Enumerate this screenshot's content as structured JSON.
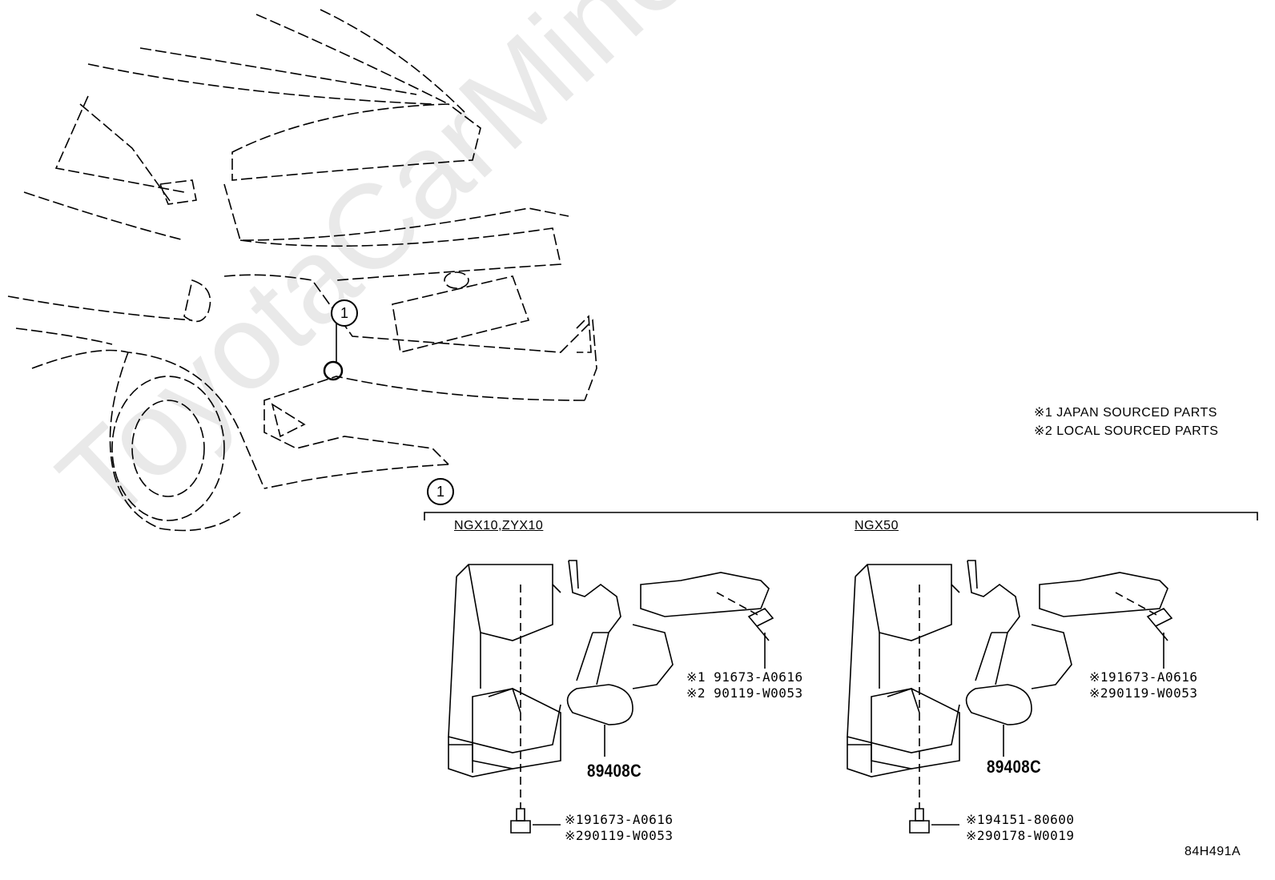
{
  "watermark": "ToyotaCarMine.ru",
  "legend": {
    "note1": "※1 JAPAN SOURCED PARTS",
    "note2": "※2 LOCAL SOURCED PARTS"
  },
  "callout_number": "1",
  "groups": [
    {
      "model": "NGX10,ZYX10",
      "sensor_part": "89408C",
      "bracket_bolt": {
        "line1": "※1 91673-A0616",
        "line2": "※2 90119-W0053"
      },
      "bottom_fastener": {
        "line1": "※191673-A0616",
        "line2": "※290119-W0053"
      }
    },
    {
      "model": "NGX50",
      "sensor_part": "89408C",
      "bracket_bolt": {
        "line1": "※191673-A0616",
        "line2": "※290119-W0053"
      },
      "bottom_fastener": {
        "line1": "※194151-80600",
        "line2": "※290178-W0019"
      }
    }
  ],
  "diagram_code": "84H491A"
}
